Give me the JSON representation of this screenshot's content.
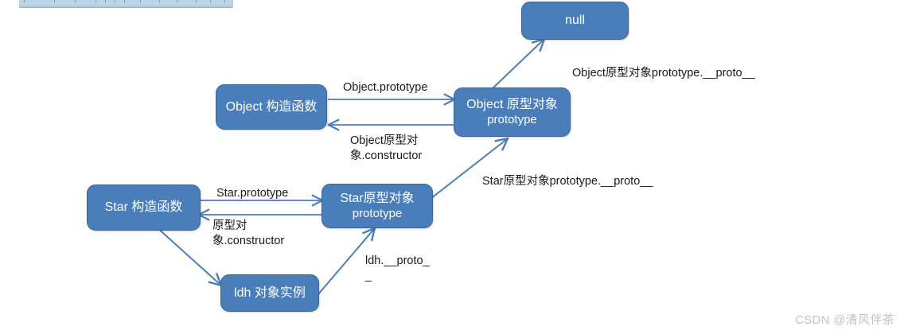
{
  "diagram": {
    "title_alt": "JavaScript prototype chain diagram",
    "accent_color": "#4a7ebb",
    "edge_color": "#4a7ebb",
    "nodes": [
      {
        "id": "null",
        "line1": "null",
        "line2": ""
      },
      {
        "id": "object-ctor",
        "line1": "Object 构造函数",
        "line2": ""
      },
      {
        "id": "object-proto",
        "line1": "Object 原型对象",
        "line2": "prototype"
      },
      {
        "id": "star-ctor",
        "line1": "Star 构造函数",
        "line2": ""
      },
      {
        "id": "star-proto",
        "line1": "Star原型对象",
        "line2": "prototype"
      },
      {
        "id": "ldh-instance",
        "line1": "ldh 对象实例",
        "line2": ""
      }
    ],
    "edge_labels": [
      {
        "id": "object-prototype",
        "text": "Object.prototype"
      },
      {
        "id": "object-proto-constructor",
        "text": "Object原型对\n象.constructor"
      },
      {
        "id": "object-proto-proto",
        "text": "Object原型对象prototype.__proto__"
      },
      {
        "id": "star-proto-proto",
        "text": "Star原型对象prototype.__proto__"
      },
      {
        "id": "star-prototype",
        "text": "Star.prototype"
      },
      {
        "id": "star-proto-constructor",
        "text": "原型对\n象.constructor"
      },
      {
        "id": "ldh-proto",
        "text": "ldh.__proto_\n_"
      }
    ],
    "watermark": "CSDN @清风伴茶"
  }
}
